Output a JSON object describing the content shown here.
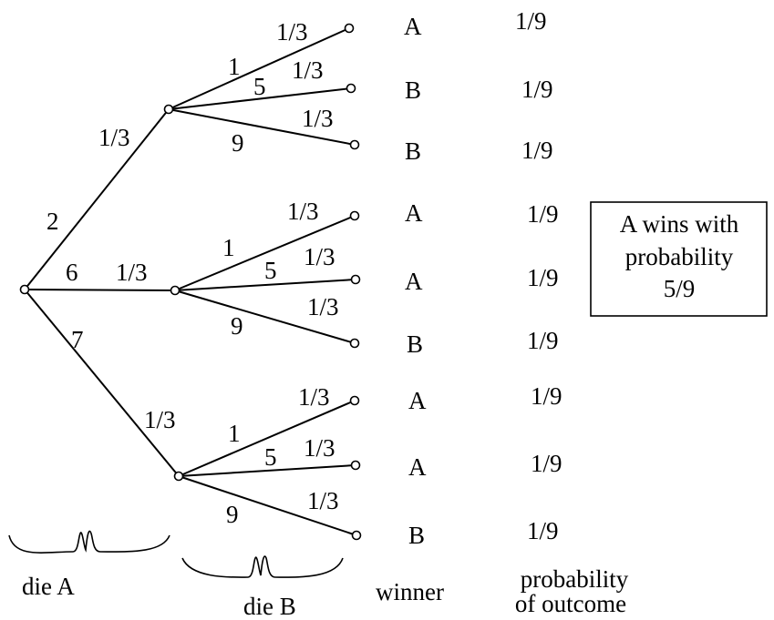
{
  "first_level": [
    {
      "value": "2",
      "prob": "1/3"
    },
    {
      "value": "6",
      "prob": "1/3"
    },
    {
      "value": "7",
      "prob": "1/3"
    }
  ],
  "second_level_values": [
    "1",
    "5",
    "9"
  ],
  "second_level_prob": "1/3",
  "outcomes": [
    {
      "winner": "A",
      "prob": "1/9"
    },
    {
      "winner": "B",
      "prob": "1/9"
    },
    {
      "winner": "B",
      "prob": "1/9"
    },
    {
      "winner": "A",
      "prob": "1/9"
    },
    {
      "winner": "A",
      "prob": "1/9"
    },
    {
      "winner": "B",
      "prob": "1/9"
    },
    {
      "winner": "A",
      "prob": "1/9"
    },
    {
      "winner": "A",
      "prob": "1/9"
    },
    {
      "winner": "B",
      "prob": "1/9"
    }
  ],
  "result_box": [
    "A wins with",
    "probability",
    "5/9"
  ],
  "captions": {
    "die_a": "die A",
    "die_b": "die B",
    "winner": "winner",
    "probability_line1": "probability",
    "probability_line2": "of outcome"
  }
}
